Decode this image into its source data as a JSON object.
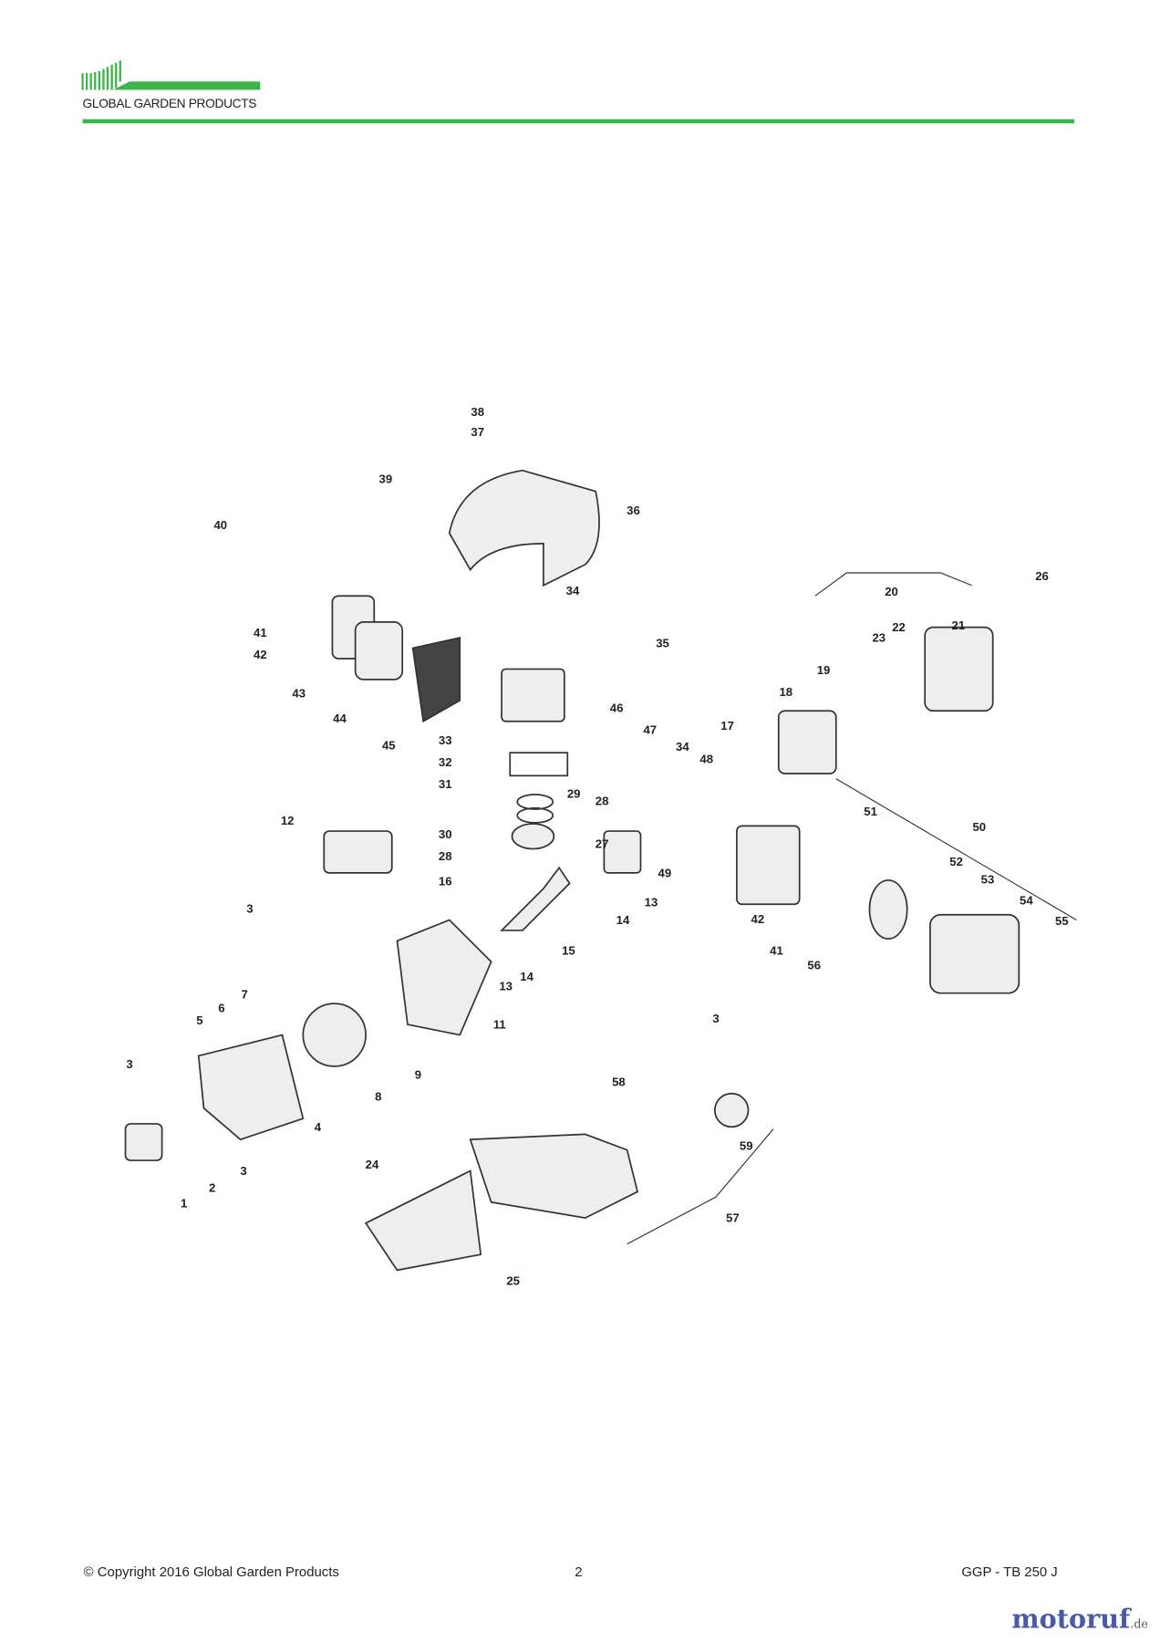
{
  "header": {
    "brand": "GLOBAL GARDEN PRODUCTS",
    "accent_color": "#3bb54a"
  },
  "callouts": [
    "38",
    "37",
    "39",
    "36",
    "40",
    "41",
    "42",
    "43",
    "44",
    "45",
    "34",
    "35",
    "20",
    "26",
    "21",
    "22",
    "23",
    "19",
    "18",
    "17",
    "46",
    "47",
    "34",
    "48",
    "33",
    "32",
    "31",
    "29",
    "28",
    "30",
    "27",
    "28",
    "13",
    "14",
    "15",
    "16",
    "12",
    "3",
    "51",
    "50",
    "52",
    "53",
    "54",
    "55",
    "42",
    "41",
    "56",
    "49",
    "13",
    "14",
    "11",
    "7",
    "6",
    "5",
    "3",
    "8",
    "9",
    "4",
    "3",
    "2",
    "1",
    "3",
    "58",
    "59",
    "57",
    "24",
    "25"
  ],
  "footer": {
    "copyright": "© Copyright 2016 Global Garden Products",
    "page": "2",
    "model": "GGP - TB 250 J"
  },
  "watermark": {
    "text": "motoruf",
    "suffix": ".de"
  }
}
